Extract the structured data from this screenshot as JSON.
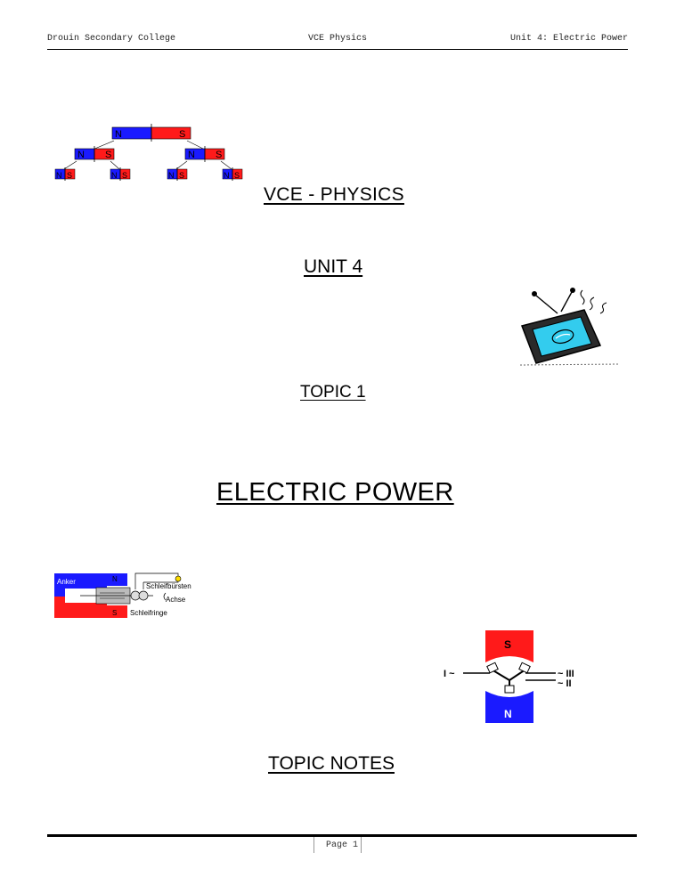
{
  "header": {
    "left": "Drouin Secondary College",
    "center": "VCE Physics",
    "right": "Unit 4: Electric Power"
  },
  "headings": {
    "course": "VCE - PHYSICS",
    "unit": "UNIT 4",
    "topic": "TOPIC 1",
    "title": "ELECTRIC POWER",
    "notes": "TOPIC NOTES"
  },
  "footer": {
    "page": "Page 1"
  },
  "magnets": {
    "north": "N",
    "south": "S"
  },
  "generator": {
    "anker": "Anker",
    "schleifburste": "Schleifbürsten",
    "achse": "Achse",
    "schleifringe": "Schleifringe",
    "pole_n": "N",
    "pole_s": "S"
  },
  "alternator": {
    "pole_s": "S",
    "pole_n": "N",
    "left_label": "I ~",
    "right_label_top": "~ III",
    "right_label_bottom": "~ II"
  },
  "colors": {
    "magnet_blue": "#1a1aff",
    "magnet_red": "#ff1a1a",
    "screen_cyan": "#33ccee"
  }
}
